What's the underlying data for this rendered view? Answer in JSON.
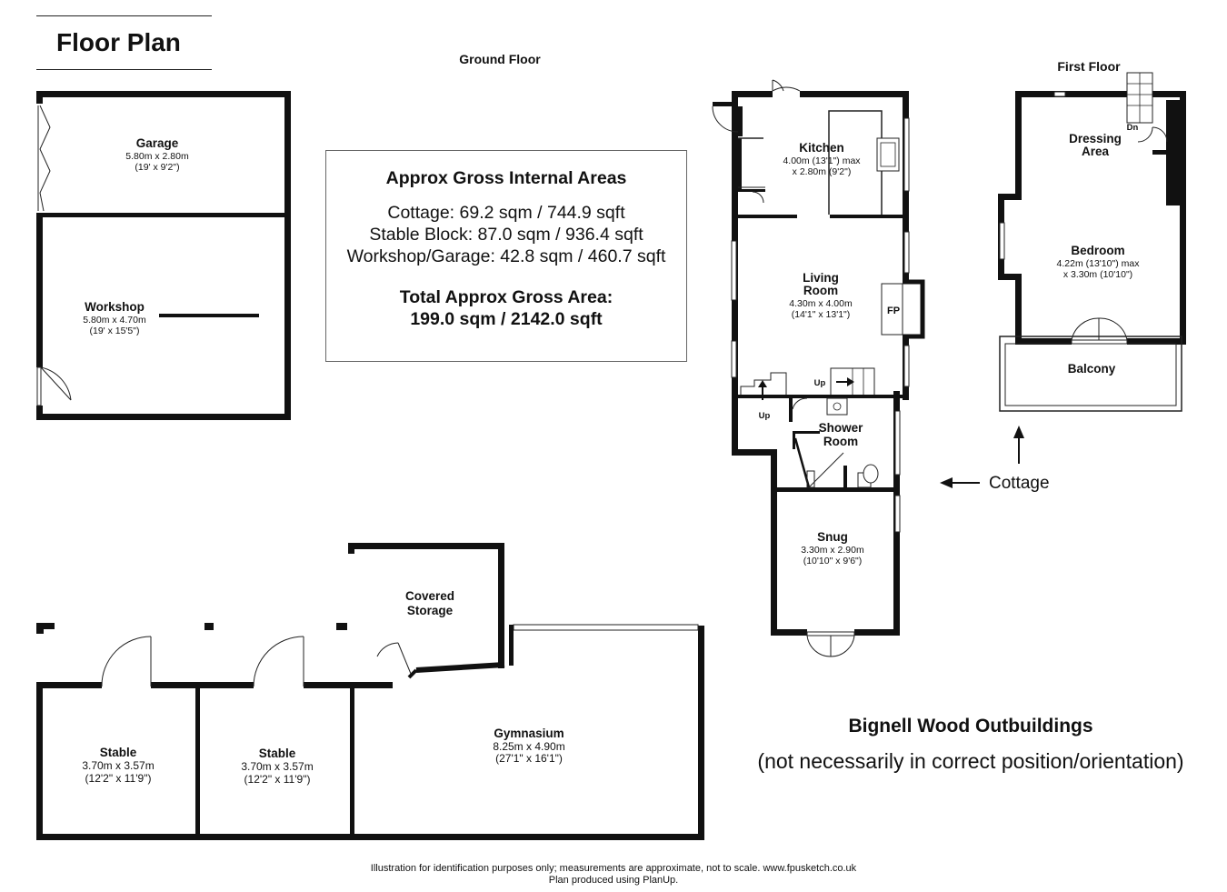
{
  "title": "Floor Plan",
  "ground_floor": "Ground Floor",
  "first_floor": "First Floor",
  "areas": {
    "heading": "Approx Gross Internal Areas",
    "cottage": "Cottage: 69.2 sqm / 744.9 sqft",
    "stable_block": "Stable Block: 87.0 sqm / 936.4 sqft",
    "workshop_garage": "Workshop/Garage: 42.8 sqm / 460.7 sqft",
    "total_label": "Total Approx Gross Area:",
    "total_value": "199.0 sqm / 2142.0 sqft"
  },
  "rooms": {
    "garage": {
      "name": "Garage",
      "dim1": "5.80m x 2.80m",
      "dim2": "(19' x 9'2\")"
    },
    "workshop": {
      "name": "Workshop",
      "dim1": "5.80m x 4.70m",
      "dim2": "(19' x 15'5\")"
    },
    "kitchen": {
      "name": "Kitchen",
      "dim1": "4.00m (13'1\") max",
      "dim2": "x 2.80m (9'2\")"
    },
    "living": {
      "name1": "Living",
      "name2": "Room",
      "dim1": "4.30m x 4.00m",
      "dim2": "(14'1\" x 13'1\")"
    },
    "shower": {
      "name1": "Shower",
      "name2": "Room"
    },
    "snug": {
      "name": "Snug",
      "dim1": "3.30m x 2.90m",
      "dim2": "(10'10\" x 9'6\")"
    },
    "dressing": {
      "name1": "Dressing",
      "name2": "Area"
    },
    "bedroom": {
      "name": "Bedroom",
      "dim1": "4.22m (13'10\") max",
      "dim2": "x 3.30m (10'10\")"
    },
    "balcony": {
      "name": "Balcony"
    },
    "covered_storage": {
      "name1": "Covered",
      "name2": "Storage"
    },
    "stable1": {
      "name": "Stable",
      "dim1": "3.70m x 3.57m",
      "dim2": "(12'2\" x 11'9\")"
    },
    "stable2": {
      "name": "Stable",
      "dim1": "3.70m x 3.57m",
      "dim2": "(12'2\" x 11'9\")"
    },
    "gymnasium": {
      "name": "Gymnasium",
      "dim1": "8.25m x 4.90m",
      "dim2": "(27'1\" x 16'1\")"
    }
  },
  "marks": {
    "fp": "FP",
    "up1": "Up",
    "up2": "Up",
    "dn": "Dn"
  },
  "cottage_label": "Cottage",
  "outbuildings_title": "Bignell Wood Outbuildings",
  "outbuildings_note": "(not necessarily in correct position/orientation)",
  "footer": {
    "line1": "Illustration for identification purposes only; measurements are approximate, not to scale. www.fpusketch.co.uk",
    "line2": "Plan produced using PlanUp."
  },
  "colors": {
    "wall": "#111111",
    "line": "#222222",
    "box_border": "#666666"
  }
}
